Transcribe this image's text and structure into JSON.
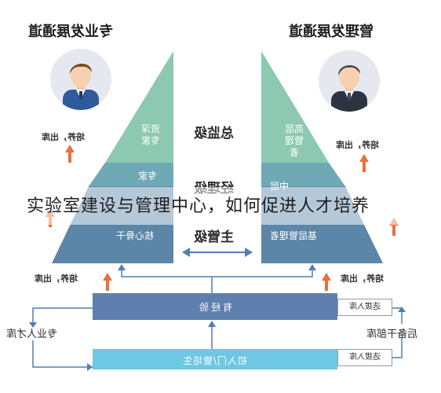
{
  "left_title": "专业发展通道",
  "right_title": "管理发展通道",
  "left_pyramid": {
    "top": "资深专家",
    "middle": "专家",
    "bottom": "核心骨干"
  },
  "right_pyramid": {
    "top": "高层管理者",
    "middle": "中层",
    "bottom": "基层管理者"
  },
  "levels": [
    "总监级",
    "经理级",
    "主管级"
  ],
  "train_labels": {
    "left_upper": "培养，出库",
    "right_upper": "培养，出库",
    "left_lower": "培养，出库",
    "right_lower": "培养，出库"
  },
  "center_boxes": {
    "experienced": "有经验",
    "newcomer": "初入门/管培生"
  },
  "side_pools": {
    "left": "专业人才库",
    "right": "后备干部库"
  },
  "select_labels": {
    "upper": "选拔入库",
    "lower": "选拔入库"
  },
  "caption": "实验室建设与管理中心，如何促进人才培养",
  "colors": {
    "top_green": "#8cc9b0",
    "mid_teal": "#6fa9b5",
    "bottom_blue": "#5b86a8",
    "dark_box": "#5f7fae",
    "light_box": "#6ec7e3",
    "arrow_orange": "#e8703a",
    "arrow_blue": "#4f7fb3"
  }
}
